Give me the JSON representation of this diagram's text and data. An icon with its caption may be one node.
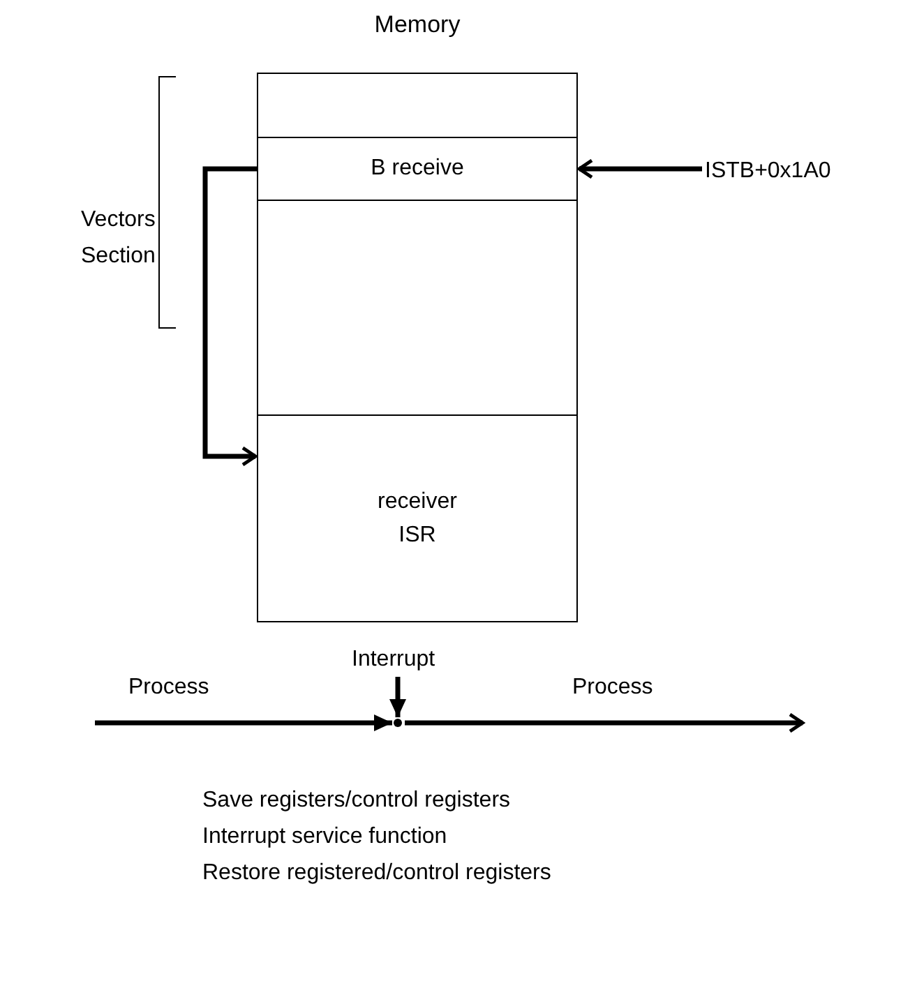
{
  "diagram": {
    "nodes": [
      {
        "text": [
          "Memory"
        ]
      },
      {
        "text": [],
        "shape": "box",
        "in": 0
      },
      {
        "text": [
          "B receive"
        ],
        "in": 0
      },
      {
        "text": [],
        "shape": "box",
        "in": 0
      },
      {
        "text": [
          "receiver ISR"
        ],
        "in": 0
      },
      {
        "text": [
          "ISTB+0x1A0"
        ]
      },
      {
        "text": [
          "Interrupt"
        ]
      },
      {
        "text": [],
        "shape": "point"
      }
    ],
    "edges": [
      {
        "from": 5,
        "to": 2,
        "arrow": "to"
      },
      {
        "from": 2,
        "to": 4,
        "arrow": "to"
      },
      {
        "from": 6,
        "to": 7,
        "arrow": "to"
      },
      {
        "from": null,
        "to": 7,
        "arrow": "to",
        "label": "Process"
      },
      {
        "from": 7,
        "to": null,
        "arrow": "to",
        "label": "Process"
      }
    ],
    "labels": [
      "Vectors Section",
      "Save registers/control registers",
      "Interrupt service function",
      "Restore registered/control registers"
    ]
  }
}
